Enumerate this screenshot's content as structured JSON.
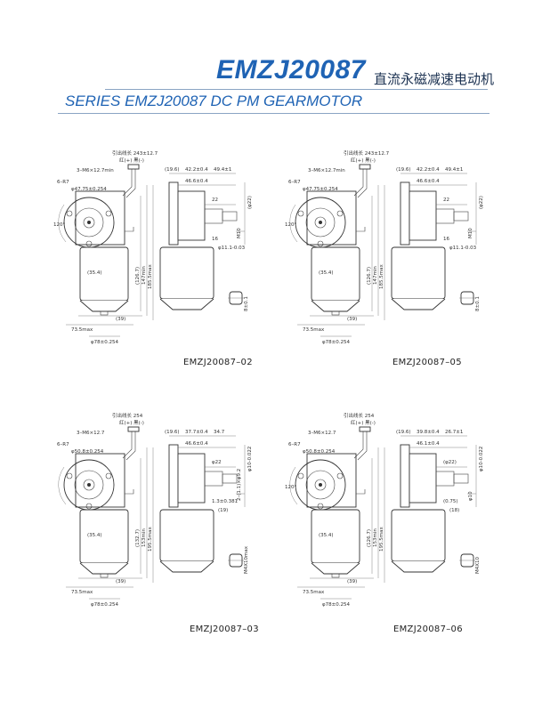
{
  "header": {
    "model": "EMZJ20087",
    "model_cn": "直流永磁减速电动机",
    "series_title": "SERIES EMZJ20087 DC PM GEARMOTOR"
  },
  "drawings": [
    {
      "caption": "EMZJ20087–02",
      "labels": {
        "lead": "引出线长 243±12.7",
        "polarity": "红(+) 黑(-)",
        "screw": "3–M6×12.7min",
        "radius": "6–R7",
        "pcd": "φ47.75±0.254",
        "angle": "120°",
        "a1": "(19.6)",
        "a2": "42.2±0.4",
        "a3": "49.4±1",
        "a4": "46.6±0.4",
        "a5": "22",
        "a6": "(φ22)",
        "a7": "16",
        "a8": "M10",
        "a9": "φ11.1-0.03",
        "b1": "(35.4)",
        "b2": "(126.7)",
        "b3": "147min",
        "b4": "185.5max",
        "b5": "(39)",
        "b6": "73.5max",
        "b7": "φ78±0.254",
        "b8": "8±0.1"
      }
    },
    {
      "caption": "EMZJ20087–05",
      "labels": {
        "lead": "引出线长 243±12.7",
        "polarity": "红(+) 黑(-)",
        "screw": "3–M6×12.7min",
        "radius": "6–R7",
        "pcd": "φ47.75±0.254",
        "angle": "120°",
        "a1": "(19.6)",
        "a2": "42.2±0.4",
        "a3": "49.4±1",
        "a4": "46.6±0.4",
        "a5": "22",
        "a6": "(φ22)",
        "a7": "16",
        "a8": "M10",
        "a9": "φ11.1-0.03",
        "b1": "(35.4)",
        "b2": "(126.7)",
        "b3": "147min",
        "b4": "185.5max",
        "b5": "(39)",
        "b6": "73.5max",
        "b7": "φ78±0.254",
        "b8": "8±0.1"
      }
    },
    {
      "caption": "EMZJ20087–03",
      "labels": {
        "lead": "引出线长 254",
        "polarity": "红(+) 黑(-)",
        "screw": "3–M6×12.7",
        "radius": "6–R7",
        "pcd": "φ50.8±0.254",
        "angle": "",
        "a1": "(19.6)",
        "a2": "37.7±0.4",
        "a3": "34.7",
        "a4": "46.6±0.4",
        "a5": "φ22",
        "a6": "φ10-0.022",
        "a7": "1.3±0.381",
        "a8": "2–(1.1)×φ9.2",
        "a9": "(19)",
        "b1": "(35.4)",
        "b2": "(132.7)",
        "b3": "153min",
        "b4": "195.5max",
        "b5": "(39)",
        "b6": "73.5max",
        "b7": "φ78±0.254",
        "b8": "M4X10max"
      }
    },
    {
      "caption": "EMZJ20087–06",
      "labels": {
        "lead": "引出线长 254",
        "polarity": "红(+) 黑(-)",
        "screw": "3–M6×12.7",
        "radius": "6–R7",
        "pcd": "φ50.8±0.254",
        "angle": "120°",
        "a1": "(19.6)",
        "a2": "39.8±0.4",
        "a3": "26.7±1",
        "a4": "46.1±0.4",
        "a5": "(φ22)",
        "a6": "φ10-0.022",
        "a7": "(0.75)",
        "a8": "φ10",
        "a9": "(18)",
        "b1": "(35.4)",
        "b2": "(126.7)",
        "b3": "153min",
        "b4": "195.5max",
        "b5": "(39)",
        "b6": "73.5max",
        "b7": "φ78±0.254",
        "b8": "M4X10"
      }
    }
  ]
}
